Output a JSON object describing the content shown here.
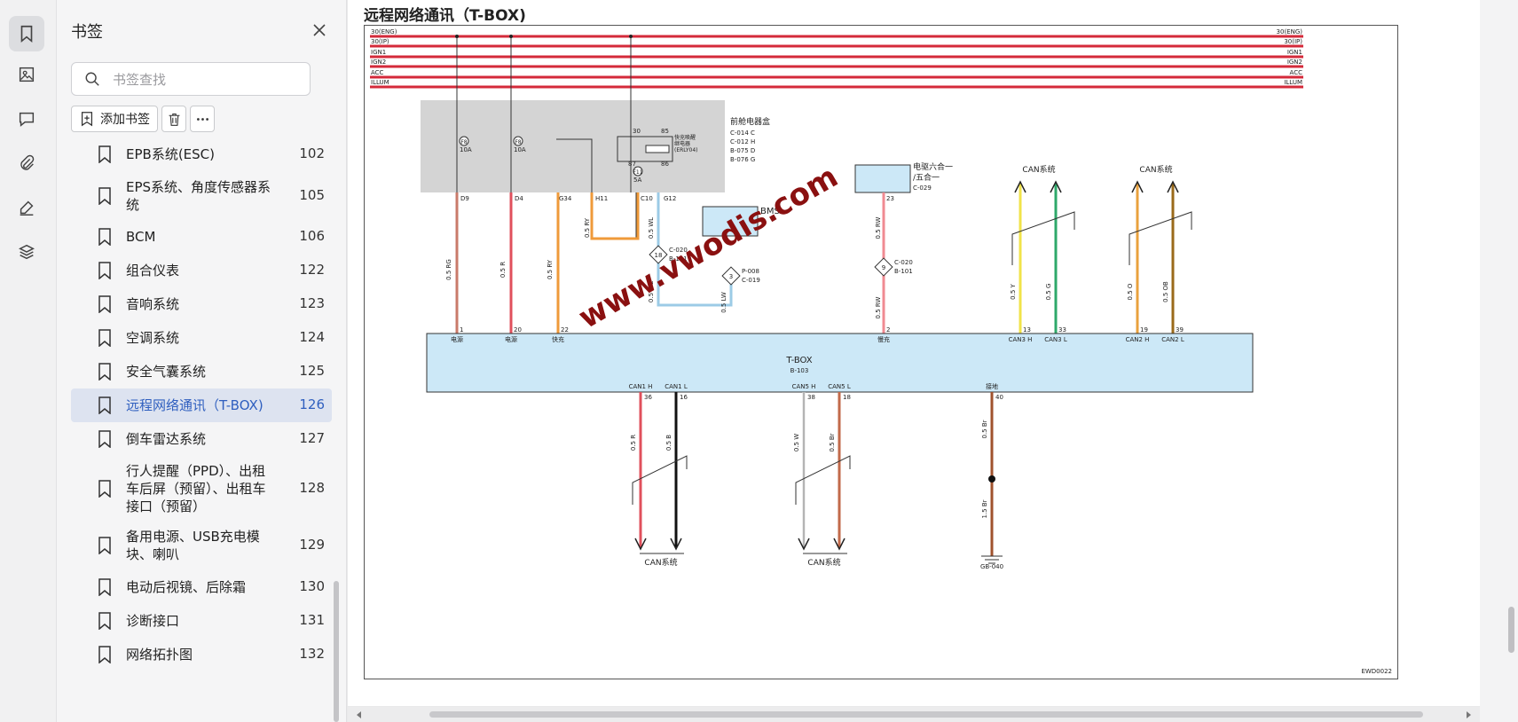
{
  "rail": {
    "icons": [
      "bookmark-icon",
      "image-icon",
      "comment-icon",
      "attachment-icon",
      "signature-icon",
      "layers-icon"
    ]
  },
  "panel": {
    "title": "书签",
    "search_placeholder": "书签查找",
    "add_bookmark_label": "添加书签",
    "items": [
      {
        "label": "EPB系统(ESC)",
        "page": "102"
      },
      {
        "label": "EPS系统、角度传感器系统",
        "page": "105"
      },
      {
        "label": "BCM",
        "page": "106"
      },
      {
        "label": "组合仪表",
        "page": "122"
      },
      {
        "label": "音响系统",
        "page": "123"
      },
      {
        "label": "空调系统",
        "page": "124"
      },
      {
        "label": "安全气囊系统",
        "page": "125"
      },
      {
        "label": "远程网络通讯（T-BOX)",
        "page": "126"
      },
      {
        "label": "倒车雷达系统",
        "page": "127"
      },
      {
        "label": "行人提醒（PPD）、出租车后屏（预留）、出租车接口（预留）",
        "page": "128"
      },
      {
        "label": "备用电源、USB充电模块、喇叭",
        "page": "129"
      },
      {
        "label": "电动后视镜、后除霜",
        "page": "130"
      },
      {
        "label": "诊断接口",
        "page": "131"
      },
      {
        "label": "网络拓扑图",
        "page": "132"
      }
    ]
  },
  "doc": {
    "title": "远程网络通讯（T-BOX)",
    "watermark": "www.vwodis.com",
    "bus_lines": [
      "30(ENG)",
      "30(IP)",
      "IGN1",
      "IGN2",
      "ACC",
      "ILLUM"
    ],
    "fuse_box": {
      "title": "前舱电器盒",
      "connectors": [
        "C-014  C",
        "C-012  H",
        "B-075  D",
        "B-076  G"
      ]
    },
    "fuses": [
      {
        "id": "F8",
        "rating": "10A"
      },
      {
        "id": "F8",
        "rating": "10A"
      },
      {
        "id": "F11",
        "rating": "5A"
      }
    ],
    "relay": {
      "label": "快充唤醒继电器(ERLY04)",
      "pins": [
        "30",
        "85",
        "87",
        "86"
      ]
    },
    "fuse_box_pins": [
      "D9",
      "D4",
      "G34",
      "H11",
      "C10",
      "G12"
    ],
    "wires_top": [
      "0.5 RG",
      "0.5 R",
      "0.5 RY",
      "0.5 RY",
      "0.5 WL",
      "0.5 WL",
      "0.5 LW",
      "0.5 RW",
      "0.5 RW",
      "0.5 Y",
      "0.5 G",
      "0.5 O",
      "0.5 OB"
    ],
    "splices": [
      {
        "id": "18",
        "refs": [
          "C-020",
          "B-101"
        ]
      },
      {
        "id": "3",
        "refs": [
          "P-008",
          "C-019"
        ]
      },
      {
        "id": "9",
        "refs": [
          "C-020",
          "B-101"
        ]
      }
    ],
    "bms": {
      "label": "BMS",
      "ref": "P-0??"
    },
    "motor": {
      "label": "电驱六合一/五合一",
      "ref": "C-029",
      "pin": "23"
    },
    "can_top": [
      "CAN系统",
      "CAN系统"
    ],
    "tbox": {
      "title": "T-BOX",
      "ref": "B-103",
      "top_pins": [
        {
          "num": "1",
          "name": "电源"
        },
        {
          "num": "20",
          "name": "电源"
        },
        {
          "num": "22",
          "name": "快充"
        },
        {
          "num": "2",
          "name": "慢充"
        },
        {
          "num": "13",
          "name": "CAN3 H"
        },
        {
          "num": "33",
          "name": "CAN3 L"
        },
        {
          "num": "19",
          "name": "CAN2 H"
        },
        {
          "num": "39",
          "name": "CAN2 L"
        }
      ],
      "bottom_pins": [
        {
          "num": "36",
          "name": "CAN1  H"
        },
        {
          "num": "16",
          "name": "CAN1  L"
        },
        {
          "num": "38",
          "name": "CAN5 H"
        },
        {
          "num": "18",
          "name": "CAN5 L"
        },
        {
          "num": "40",
          "name": "接地"
        }
      ]
    },
    "wires_bottom": [
      "0.5 R",
      "0.5 B",
      "0.5 W",
      "0.5 Br",
      "0.5 Br",
      "1.5 Br"
    ],
    "can_bottom": [
      "CAN系统",
      "CAN系统"
    ],
    "ground_ref": "GB-040",
    "doc_code": "EWD0022"
  },
  "colors": {
    "accent": "#2f5fbf",
    "selected_bg": "#dde3f0",
    "bus_red": "#d42a3a",
    "tbox_fill": "#cce8f7"
  }
}
